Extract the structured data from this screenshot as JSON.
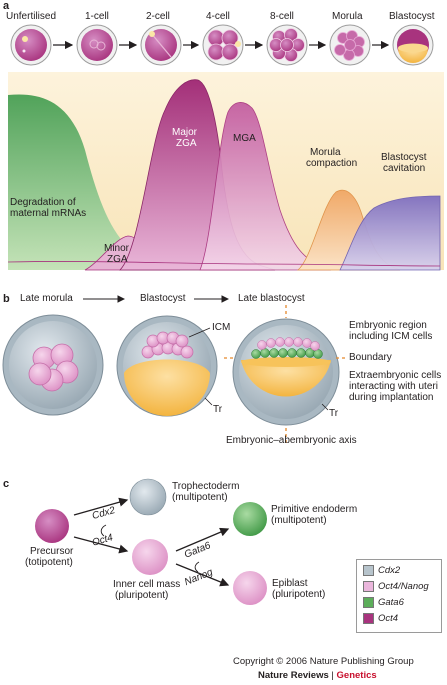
{
  "panels": {
    "a": "a",
    "b": "b",
    "c": "c"
  },
  "stages_a": [
    "Unfertilised",
    "1-cell",
    "2-cell",
    "4-cell",
    "8-cell",
    "Morula",
    "Blastocyst"
  ],
  "curves_a": {
    "degradation": [
      "Degradation of",
      "maternal mRNAs"
    ],
    "minor_zga": [
      "Minor",
      "ZGA"
    ],
    "major_zga": [
      "Major",
      "ZGA"
    ],
    "mga": "MGA",
    "compaction": [
      "Morula",
      "compaction"
    ],
    "cavitation": [
      "Blastocyst",
      "cavitation"
    ]
  },
  "stages_b": [
    "Late morula",
    "Blastocyst",
    "Late blastocyst"
  ],
  "labels_b": {
    "icm": "ICM",
    "tr_left": "Tr",
    "tr_right": "Tr",
    "embryonic_region": [
      "Embryonic region",
      "including ICM cells"
    ],
    "boundary": "Boundary",
    "extraembryonic": [
      "Extraembryonic cells",
      "interacting with uteri",
      "during implantation"
    ],
    "axis": "Embryonic–abembryonic axis"
  },
  "nodes_c": {
    "precursor": [
      "Precursor",
      "(totipotent)"
    ],
    "trophectoderm": [
      "Trophectoderm",
      "(multipotent)"
    ],
    "icm": [
      "Inner cell mass",
      "(pluripotent)"
    ],
    "primitive_endoderm": [
      "Primitive endoderm",
      "(multipotent)"
    ],
    "epiblast": [
      "Epiblast",
      "(pluripotent)"
    ]
  },
  "factors_c": {
    "cdx2": "Cdx2",
    "oct4": "Oct4",
    "gata6": "Gata6",
    "nanog": "Nanog"
  },
  "legend": [
    {
      "label": "Cdx2",
      "color": "#b7c4cc"
    },
    {
      "label": "Oct4/Nanog",
      "color": "#eab6dc"
    },
    {
      "label": "Gata6",
      "color": "#5cae5a"
    },
    {
      "label": "Oct4",
      "color": "#a8337e"
    }
  ],
  "colors": {
    "magenta": "#a8337e",
    "pink": "#e7a9d5",
    "grey_blue": "#b7c4cc",
    "green": "#5cae5a",
    "yellow": "#f7c35a",
    "orange_peach": "#f3c79a",
    "lavender": "#9b8fcf",
    "green_curve": "#4aa45a"
  },
  "credits": {
    "copyright": "Copyright © 2006 Nature Publishing Group",
    "journal": "Nature Reviews",
    "sep": " | ",
    "genetics": "Genetics"
  }
}
